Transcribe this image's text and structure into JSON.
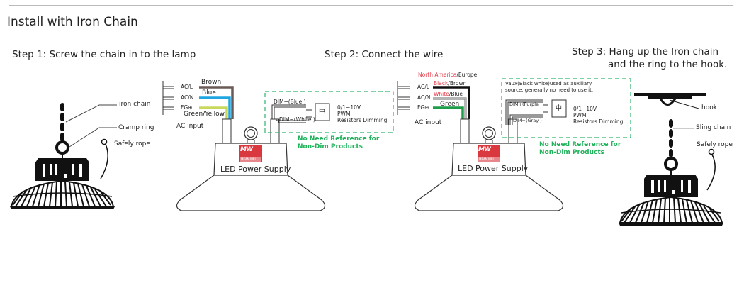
{
  "title": "Install with Iron Chain",
  "step1": {
    "heading": "Step 1: Screw the chain in to the lamp",
    "labels": {
      "iron_chain": "iron chain",
      "cramp_ring": "Cramp ring",
      "safety_rope": "Safely rope"
    }
  },
  "step2": {
    "heading": "Step 2: Connect the wire",
    "diagram_a": {
      "terminals": [
        "AC/L",
        "AC/N",
        "FG⊕"
      ],
      "wire_colors": [
        "Brown",
        "Blue",
        "Green/Yellow"
      ],
      "ac_input": "AC input",
      "dim_plus": "DIM+(Blue )",
      "dim_minus": "DIM−(White )",
      "dimmer_symbol": "中",
      "dimmer_modes": [
        "0/1−10V",
        "PWM",
        "Resistors Dimming"
      ],
      "note": [
        "No Need Reference for",
        "Non-Dim Products"
      ],
      "psu_label": "LED Power Supply",
      "brand_logo": "MW",
      "brand_name": "MEAN WELL"
    },
    "diagram_b": {
      "region_header_red": "North America",
      "region_header_sep": "/Europe",
      "terminals": [
        "AC/L",
        "AC/N",
        "FG⊕"
      ],
      "wire_red": [
        "Black",
        "White",
        ""
      ],
      "wire_rest": [
        "/Brown",
        "/Blue",
        "Green"
      ],
      "ac_input": "AC input",
      "vaux_note": [
        "Vaux(Black white)used as auxiliary",
        "source, generally no need to use it."
      ],
      "dim_plus": "DIM+(Purple )",
      "dim_minus": "DIM−(Gray )",
      "dimmer_symbol": "中",
      "dimmer_modes": [
        "0/1−10V",
        "PWM",
        "Resistors Dimming"
      ],
      "note": [
        "No Need Reference for",
        "Non-Dim Products"
      ],
      "psu_label": "LED Power Supply",
      "brand_logo": "MW",
      "brand_name": "MEAN WELL"
    },
    "colors": {
      "brown": "#6b5a55",
      "blue": "#1fa6e0",
      "green_yellow": "#c8d85a",
      "green": "#1f9e4a",
      "black": "#111111",
      "dashed_box": "#2fb36a",
      "note_green": "#1fb35a",
      "red_text": "#e33946",
      "logo_red": "#d9383f"
    }
  },
  "step3": {
    "heading_line1": "Step 3: Hang up the Iron chain",
    "heading_line2": "and the ring to the hook.",
    "labels": {
      "hook": "hook",
      "sling_chain": "Sling chain",
      "safety_rope": "Safely rope"
    }
  }
}
